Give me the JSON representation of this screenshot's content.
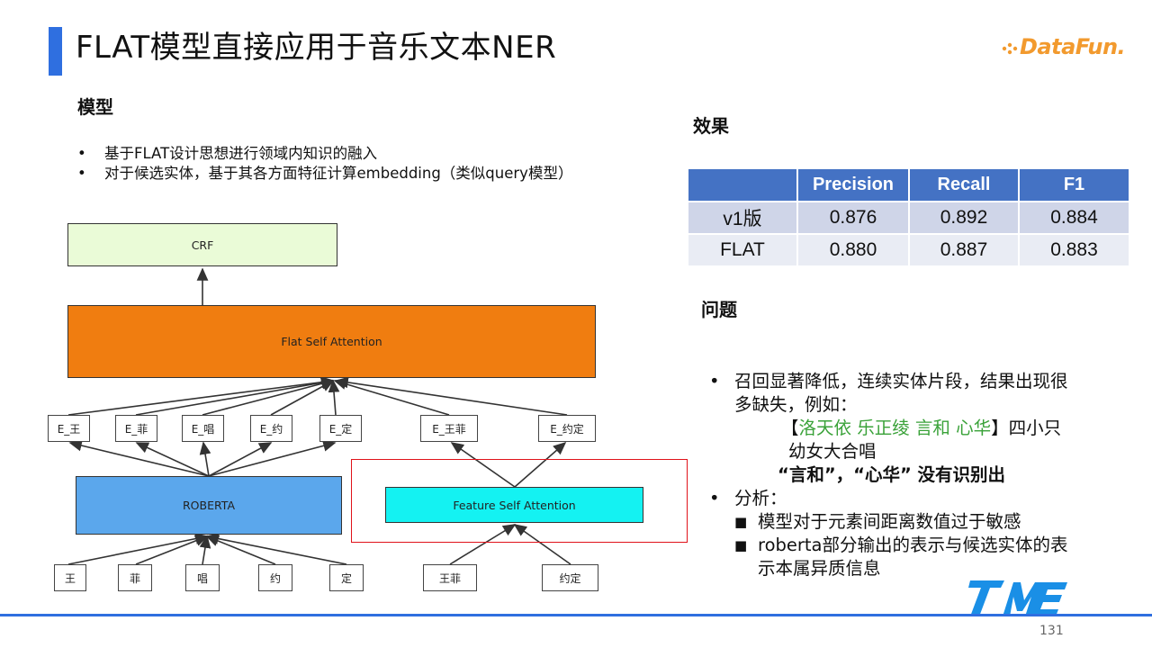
{
  "title": "FLAT模型直接应用于音乐文本NER",
  "logo_text": "DataFun.",
  "model": {
    "heading": "模型",
    "bullets": [
      "基于FLAT设计思想进行领域内知识的融入",
      "对于候选实体，基于其各方面特征计算embedding（类似query模型）"
    ]
  },
  "diagram": {
    "crf": "CRF",
    "flat": "Flat Self Attention",
    "roberta": "ROBERTA",
    "feature": "Feature Self Attention",
    "embeddings": [
      "E_王",
      "E_菲",
      "E_唱",
      "E_约",
      "E_定",
      "E_王菲",
      "E_约定"
    ],
    "tokens": [
      "王",
      "菲",
      "唱",
      "约",
      "定",
      "王菲",
      "约定"
    ]
  },
  "effect": {
    "heading": "效果",
    "headers": [
      "",
      "Precision",
      "Recall",
      "F1"
    ],
    "rows": [
      [
        "v1版",
        "0.876",
        "0.892",
        "0.884"
      ],
      [
        "FLAT",
        "0.880",
        "0.887",
        "0.883"
      ]
    ]
  },
  "problem": {
    "heading": "问题",
    "item1_line1": "召回显著降低，连续实体片段，结果出现很",
    "item1_line2": "多缺失，例如：",
    "example_open": "【",
    "example_green": "洛天依 乐正绫 言和 心华",
    "example_close": "】四小只",
    "example_line2": "幼女大合唱",
    "example_bold": "“言和”，“心华” 没有识别出",
    "item2": "分析：",
    "sub1": "模型对于元素间距离数值过于敏感",
    "sub2_line1": "roberta部分输出的表示与候选实体的表",
    "sub2_line2": "示本属异质信息"
  },
  "page_number": "131",
  "colors": {
    "accent": "#2f6fe0",
    "table_header": "#4472c4",
    "flat_box": "#f07d10",
    "roberta_box": "#5ba7ec",
    "feature_box": "#14f2f2",
    "crf_box": "#eafbd7",
    "highlight_rect": "#e0121a",
    "entity_green": "#3aa239",
    "logo_orange": "#f29a2e"
  }
}
